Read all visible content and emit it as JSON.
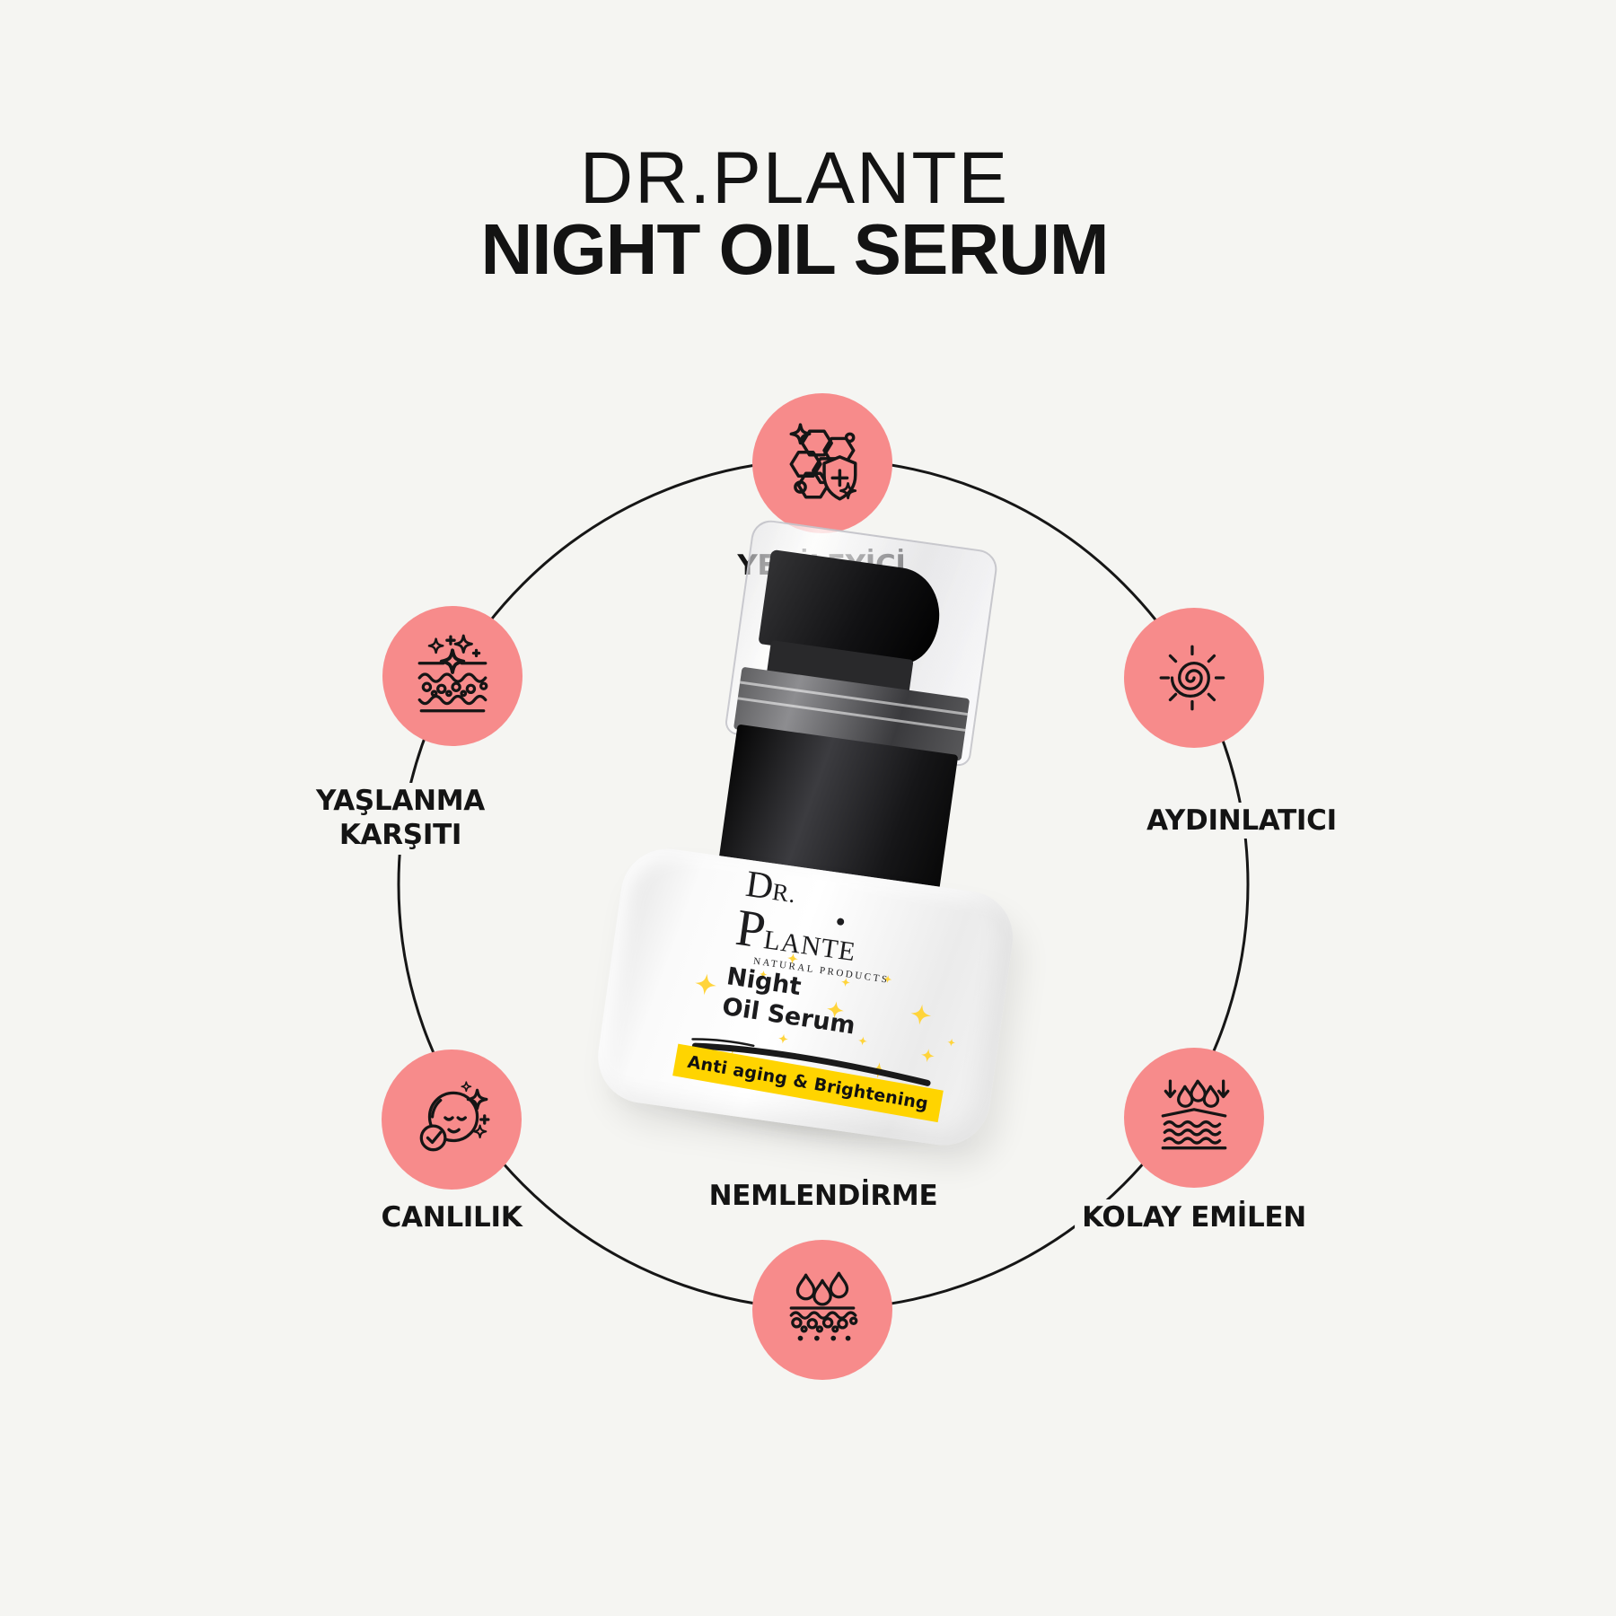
{
  "title": {
    "line1": "DR.PLANTE",
    "line2": "NIGHT OIL SERUM"
  },
  "features": [
    {
      "label": "YENİLEYİCİ",
      "icon": "shield-honeycomb-icon",
      "position": "top"
    },
    {
      "label": "AYDINLATICI",
      "icon": "sun-spiral-icon",
      "position": "upper-right"
    },
    {
      "label": "KOLAY EMİLEN",
      "icon": "absorbing-layers-icon",
      "position": "lower-right"
    },
    {
      "label": "NEMLENDİRME",
      "icon": "droplets-skin-icon",
      "position": "bottom"
    },
    {
      "label": "CANLILIK",
      "icon": "face-sparkle-icon",
      "position": "lower-left"
    },
    {
      "label": "YAŞLANMA KARŞITI",
      "icon": "skin-layers-sparkle-icon",
      "position": "upper-left"
    }
  ],
  "product": {
    "brand": {
      "d": "D",
      "r": "R.",
      "p": "P",
      "lante": "LANTE",
      "tagline": "NATURAL PRODUCTS"
    },
    "name_line1": "Night",
    "name_line2": "Oil Serum",
    "badge": "Anti aging & Brightening"
  },
  "colors": {
    "background": "#F5F5F2",
    "accent_pink": "#F78B8B",
    "ink": "#131313",
    "badge_yellow": "#FFD400",
    "sparkle_yellow": "#FFD43B"
  }
}
